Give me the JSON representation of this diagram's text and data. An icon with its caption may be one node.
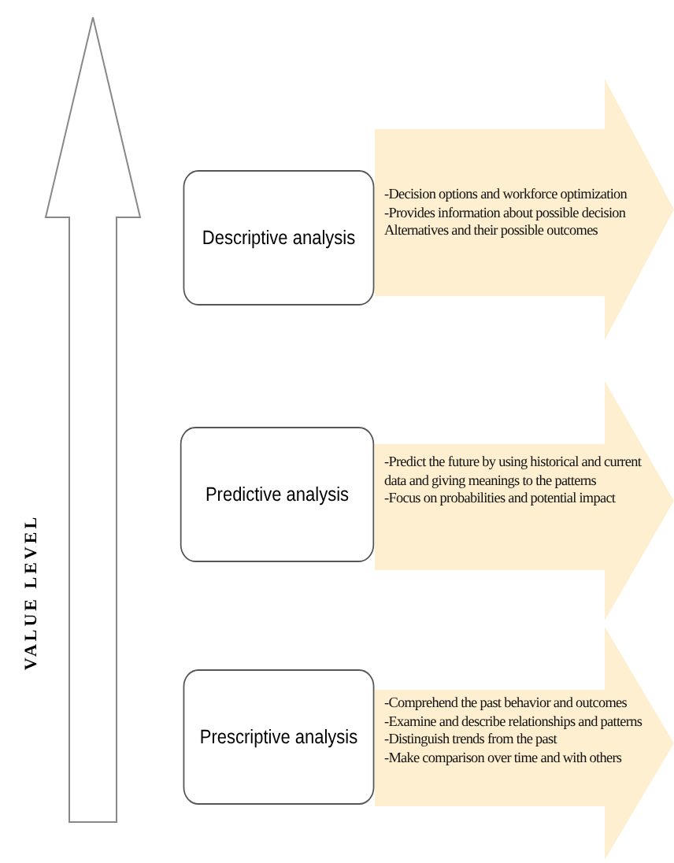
{
  "diagram": {
    "nodes": [
      {
        "text": [
          "Descriptive analysis"
        ]
      },
      {
        "text": [
          "-Decision options and workforce optimization",
          "-Provides information about possible decision Alternatives and their possible outcomes"
        ]
      },
      {
        "text": [
          "Predictive analysis"
        ]
      },
      {
        "text": [
          "-Predict the future by using historical and current data and giving meanings to the patterns",
          "-Focus on probabilities and potential impact"
        ]
      },
      {
        "text": [
          "Prescriptive analysis"
        ]
      },
      {
        "text": [
          "-Comprehend the past behavior and outcomes",
          "-Examine and describe relationships and patterns",
          "-Distinguish trends from the past",
          "-Make comparison over time and with others"
        ]
      }
    ],
    "labels": [
      "VALUE LEVEL"
    ]
  }
}
